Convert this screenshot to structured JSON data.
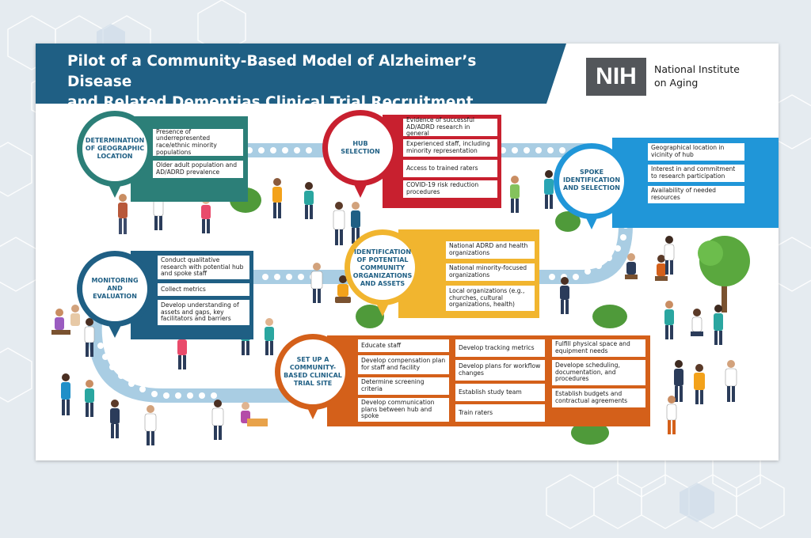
{
  "header": {
    "title_line1": "Pilot of a Community-Based Model of Alzheimer’s Disease",
    "title_line2": "and Related Dementias Clinical Trial Recruitment",
    "logo_mark": "NIH",
    "logo_name_line1": "National Institute",
    "logo_name_line2": "on Aging"
  },
  "colors": {
    "banner": "#1f5f84",
    "teal": "#2c7f78",
    "red": "#c8202f",
    "blue": "#2096d8",
    "navy": "#1f5f84",
    "yellow": "#f1b52f",
    "orange": "#d4601a",
    "path": "#a9cde3"
  },
  "stages": {
    "geographic": {
      "title": "DETERMINATION OF GEOGRAPHIC LOCATION",
      "items": [
        "Presence of underrepresented race/ethnic minority populations",
        "Older adult population and AD/ADRD prevalence"
      ]
    },
    "hub": {
      "title": "HUB SELECTION",
      "items": [
        "Evidence of successful AD/ADRD research in general",
        "Experienced staff, including minority representation",
        "Access to trained raters",
        "COVID-19 risk reduction procedures"
      ]
    },
    "spoke": {
      "title": "SPOKE IDENTIFICATION AND SELECTION",
      "items": [
        "Geographical location in vicinity of hub",
        "Interest in and commitment to research participation",
        "Availability of needed resources"
      ]
    },
    "community": {
      "title": "IDENTIFICATION OF POTENTIAL COMMUNITY ORGANIZATIONS AND ASSETS",
      "items": [
        "National ADRD and health organizations",
        "National minority-focused organizations",
        "Local organizations (e.g., churches, cultural organizations, health)"
      ]
    },
    "monitoring": {
      "title": "MONITORING AND EVALUATION",
      "items": [
        "Conduct qualitative research with potential hub and spoke staff",
        "Collect metrics",
        "Develop understanding of assets and gaps, key facilitators and barriers"
      ]
    },
    "site": {
      "title": "SET UP A COMMUNITY-BASED CLINICAL TRIAL SITE",
      "col1": [
        "Educate staff",
        "Develop compensation plan for staff and facility",
        "Determine screening criteria",
        "Develop communication plans between hub and spoke"
      ],
      "col2": [
        "Develop tracking metrics",
        "Develop plans for workflow changes",
        "Establish study team",
        "Train raters"
      ],
      "col3": [
        "Fulfill physical space and equipment needs",
        "Develope scheduling, documentation, and procedures",
        "Establish budgets and contractual agreements"
      ]
    }
  }
}
